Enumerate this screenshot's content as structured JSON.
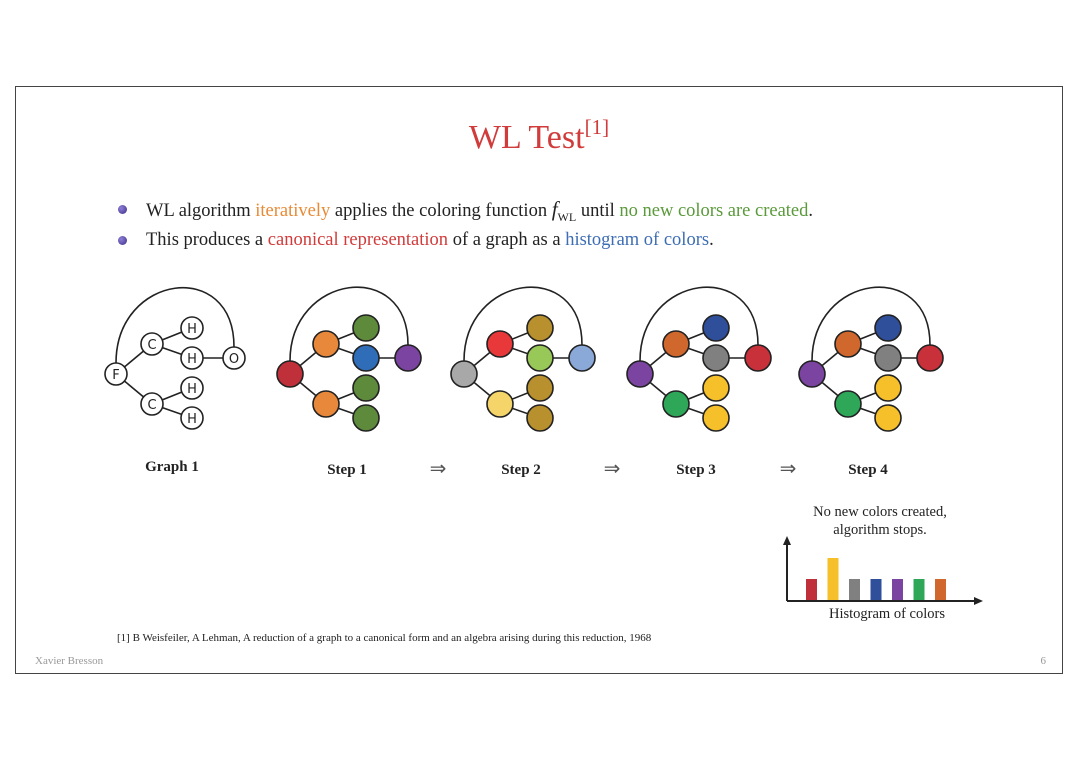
{
  "slide": {
    "title": "WL Test",
    "title_ref": "[1]",
    "bullets": [
      {
        "parts": [
          {
            "text": "WL algorithm ",
            "color": "#222222"
          },
          {
            "text": "iteratively",
            "color": "#e88a36"
          },
          {
            "text": " applies the coloring function ",
            "color": "#222222"
          },
          {
            "text": "f",
            "color": "#222222",
            "math": true,
            "sub": "WL"
          },
          {
            "text": " until ",
            "color": "#222222"
          },
          {
            "text": "no new colors are created",
            "color": "#5a9a3a"
          },
          {
            "text": ".",
            "color": "#222222"
          }
        ]
      },
      {
        "parts": [
          {
            "text": "This produces a ",
            "color": "#222222"
          },
          {
            "text": "canonical representation",
            "color": "#d13b3b"
          },
          {
            "text": " of a graph as a ",
            "color": "#222222"
          },
          {
            "text": "histogram of colors",
            "color": "#3d6db3"
          },
          {
            "text": ".",
            "color": "#222222"
          }
        ]
      }
    ],
    "footnote": "[1] B Weisfeiler, A Lehman, A reduction of a graph to a canonical form and an algebra arising during this reduction, 1968",
    "author": "Xavier Bresson",
    "page_number": "6"
  },
  "graph1": {
    "label": "Graph 1",
    "atom_labels": [
      "F",
      "C",
      "C",
      "H",
      "H",
      "H",
      "H",
      "O"
    ]
  },
  "steps": [
    {
      "label": "Step 1",
      "colors": [
        "#c0303a",
        "#e8883a",
        "#e8883a",
        "#5e8a3c",
        "#2f6db8",
        "#5e8a3c",
        "#5e8a3c",
        "#7a44a0"
      ]
    },
    {
      "label": "Step 2",
      "colors": [
        "#a8a8a8",
        "#e8383a",
        "#f5d56a",
        "#b8902e",
        "#98c858",
        "#b8902e",
        "#b8902e",
        "#8aa8d8"
      ]
    },
    {
      "label": "Step 3",
      "colors": [
        "#7a44a0",
        "#d0682e",
        "#2ea858",
        "#2f4f9a",
        "#808080",
        "#f5c02a",
        "#f5c02a",
        "#c8303a"
      ]
    },
    {
      "label": "Step 4",
      "colors": [
        "#7a44a0",
        "#d0682e",
        "#2ea858",
        "#2f4f9a",
        "#808080",
        "#f5c02a",
        "#f5c02a",
        "#c8303a"
      ]
    }
  ],
  "arrow_symbol": "⇒",
  "histogram": {
    "caption_line1": "No new colors created,",
    "caption_line2": "algorithm stops.",
    "axis_label": "Histogram of colors",
    "bars": [
      {
        "color": "#c0303a",
        "value": 1
      },
      {
        "color": "#f5c02a",
        "value": 2
      },
      {
        "color": "#808080",
        "value": 1
      },
      {
        "color": "#2f4f9a",
        "value": 1
      },
      {
        "color": "#7a44a0",
        "value": 1
      },
      {
        "color": "#2ea858",
        "value": 1
      },
      {
        "color": "#d0682e",
        "value": 1
      }
    ]
  }
}
